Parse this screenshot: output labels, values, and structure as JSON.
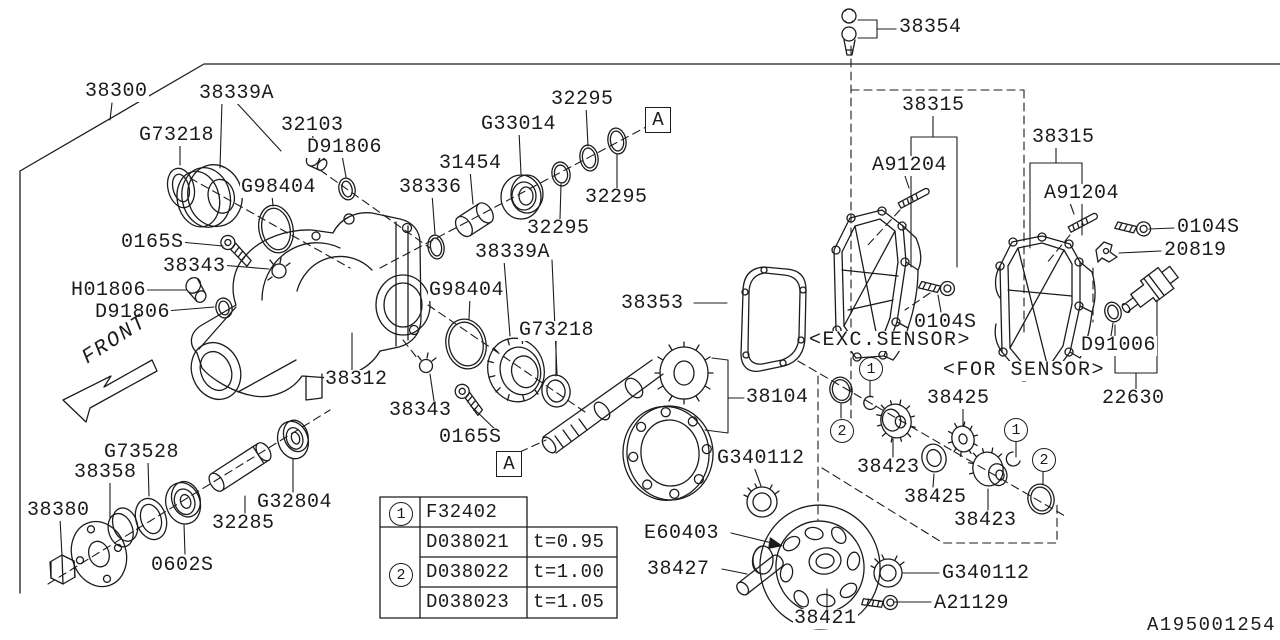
{
  "title_block": {
    "drawing_number": "A195001254"
  },
  "orientation": {
    "front_label": "FRONT"
  },
  "section_marker": "A",
  "callouts": {
    "one": "1",
    "two": "2"
  },
  "notes": {
    "exc_sensor": "<EXC.SENSOR>",
    "for_sensor": "<FOR SENSOR>"
  },
  "colors": {
    "line": "#1c1c1c",
    "background": "#ffffff"
  },
  "labels": {
    "l38300": "38300",
    "l38339A_1": "38339A",
    "lG73218_1": "G73218",
    "l32103": "32103",
    "lD91806_1": "D91806",
    "lG98404_1": "G98404",
    "l0165S_1": "0165S",
    "l38343_1": "38343",
    "lH01806": "H01806",
    "lD91806_2": "D91806",
    "l38312": "38312",
    "l38343_2": "38343",
    "l0165S_2": "0165S",
    "l38336": "38336",
    "l31454": "31454",
    "lG33014": "G33014",
    "l32295_1": "32295",
    "l32295_2": "32295",
    "l32295_3": "32295",
    "l38339A_2": "38339A",
    "lG98404_2": "G98404",
    "lG73218_2": "G73218",
    "l38353": "38353",
    "l38104": "38104",
    "lG340112_1": "G340112",
    "lE60403": "E60403",
    "l38427": "38427",
    "l38421": "38421",
    "lG340112_2": "G340112",
    "lA21129": "A21129",
    "l38354": "38354",
    "l38315_1": "38315",
    "lA91204_1": "A91204",
    "l38315_2": "38315",
    "lA91204_2": "A91204",
    "l0104S_r": "0104S",
    "l20819": "20819",
    "l0104S_l": "0104S",
    "lD91006": "D91006",
    "l22630": "22630",
    "l38425_1": "38425",
    "l38423_1": "38423",
    "l38425_2": "38425",
    "l38423_2": "38423",
    "l38380": "38380",
    "l38358": "38358",
    "lG73528": "G73528",
    "l32285": "32285",
    "lG32804": "G32804",
    "l0602S": "0602S"
  },
  "legend": {
    "rows": [
      {
        "callout": "1",
        "part_no": "F32402",
        "thickness": ""
      },
      {
        "callout": "2",
        "part_no": "D038021",
        "thickness": "t=0.95"
      },
      {
        "callout": "2",
        "part_no": "D038022",
        "thickness": "t=1.00"
      },
      {
        "callout": "2",
        "part_no": "D038023",
        "thickness": "t=1.05"
      }
    ]
  }
}
